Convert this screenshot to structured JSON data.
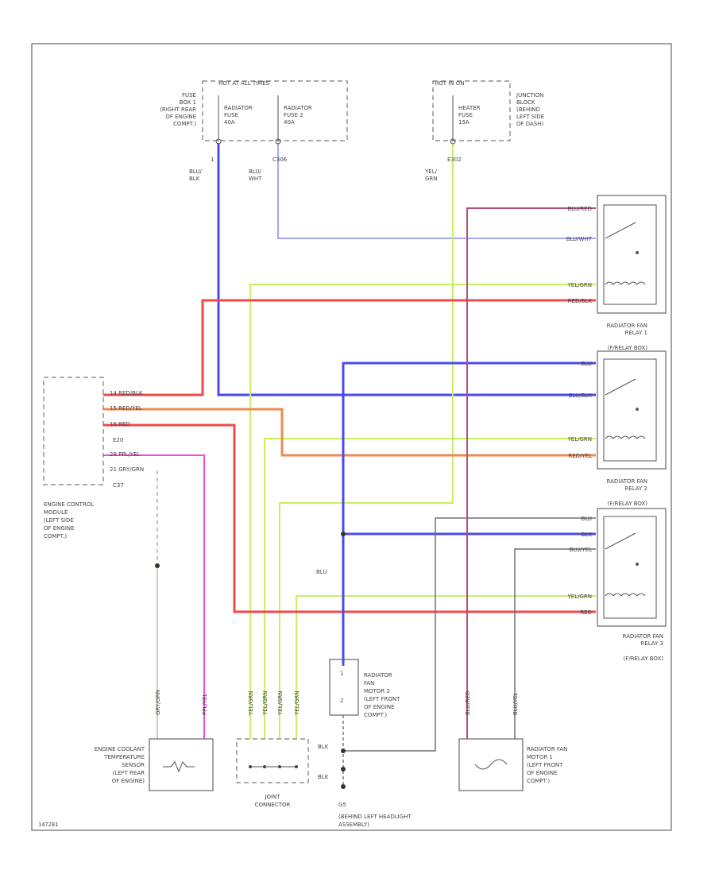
{
  "colors": {
    "blue": "#4a4af0",
    "light_blue": "#a6a6f5",
    "yellow_green": "#c8f060",
    "red": "#f04a4a",
    "orange": "#f08a50",
    "pink": "#f04ae0",
    "light_green": "#a6d08c",
    "gray": "#707070",
    "purple_red": "#b05080"
  },
  "fuse_box_1": {
    "header": "HOT AT ALL TIMES",
    "location": [
      "FUSE",
      "BOX 1",
      "(RIGHT REAR",
      "OF ENGINE",
      "COMPT.)"
    ],
    "fuse_1": [
      "RADIATOR",
      "FUSE",
      "40A"
    ],
    "fuse_2": [
      "RADIATOR",
      "FUSE 2",
      "40A"
    ],
    "pin_1": "1",
    "pin_2": "C306"
  },
  "junction_block": {
    "header": "HOT IN ON",
    "location": [
      "JUNCTION",
      "BLOCK",
      "(BEHIND",
      "LEFT SIDE",
      "OF DASH)"
    ],
    "fuse": [
      "HEATER",
      "FUSE",
      "15A"
    ],
    "pin": "E302"
  },
  "wire_labels": {
    "blu_blk": [
      "BLU/",
      "BLK"
    ],
    "blu_wht": [
      "BLU/",
      "WHT"
    ],
    "yel_grn": [
      "YEL/",
      "GRN"
    ],
    "blu": "BLU",
    "blk_1": "BLK",
    "blk_2": "BLK"
  },
  "relay_1": {
    "wires": [
      "BLU/RED",
      "BLU/WHT",
      "YEL/GRN",
      "RED/BLK"
    ],
    "caption": [
      "RADIATOR FAN",
      "RELAY 1",
      "(F/RELAY BOX)"
    ]
  },
  "relay_2": {
    "wires": [
      "BLU",
      "BLU/BLK",
      "YEL/GRN",
      "RED/YEL"
    ],
    "caption": [
      "RADIATOR FAN",
      "RELAY 2",
      "(F/RELAY BOX)"
    ]
  },
  "relay_3": {
    "wires": [
      "BLU",
      "BLK",
      "BLU/YEL",
      "YEL/GRN",
      "RED"
    ],
    "caption": [
      "RADIATOR FAN",
      "RELAY 3",
      "(F/RELAY BOX)"
    ]
  },
  "ecm": {
    "pins": [
      "14  RED/BLK",
      "15  RED/YEL",
      "16  RED",
      "E20",
      "28  PPL/YEL",
      "21  GRY/GRN",
      "C37"
    ],
    "caption": [
      "ENGINE CONTROL",
      "MODULE",
      "(LEFT SIDE",
      "OF ENGINE",
      "COMPT.)"
    ]
  },
  "motor_2": {
    "pins": [
      "1",
      "2"
    ],
    "caption": [
      "RADIATOR",
      "FAN",
      "MOTOR 2",
      "(LEFT FRONT",
      "OF ENGINE",
      "COMPT.)"
    ]
  },
  "motor_1": {
    "caption": [
      "RADIATOR FAN",
      "MOTOR 1",
      "(LEFT FRONT",
      "OF ENGINE",
      "COMPT.)"
    ]
  },
  "ect_sensor": {
    "caption": [
      "ENGINE COOLANT",
      "TEMPERATURE",
      "SENSOR",
      "(LEFT REAR",
      "OF ENGINE)"
    ]
  },
  "joint_connector": {
    "caption": [
      "JOINT",
      "CONNECTOR"
    ]
  },
  "ground": {
    "label": "G5",
    "caption": [
      "(BEHIND LEFT HEADLIGHT",
      "ASSEMBLY)"
    ]
  },
  "vertical_labels": {
    "ect_1": "GRY/GRN",
    "ect_2": "PPL/YEL",
    "jc_1": "YEL/GRN",
    "jc_2": "YEL/GRN",
    "jc_3": "YEL/GRN",
    "jc_4": "YEL/GRN",
    "m1_1": "BLU/RED",
    "m1_2": "BLU/YEL"
  },
  "footer_code": "147281"
}
